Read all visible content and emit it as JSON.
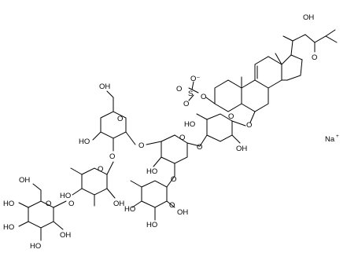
{
  "molecule": {
    "counter_ion": "Na",
    "counter_ion_charge": "+"
  },
  "labels": {
    "O": "O",
    "OH": "OH",
    "HO": "HO",
    "S": "S",
    "O_minus": "O⁻"
  },
  "colors": {
    "bond": "#000000",
    "heteroatom": "#000000",
    "background": "#ffffff"
  }
}
